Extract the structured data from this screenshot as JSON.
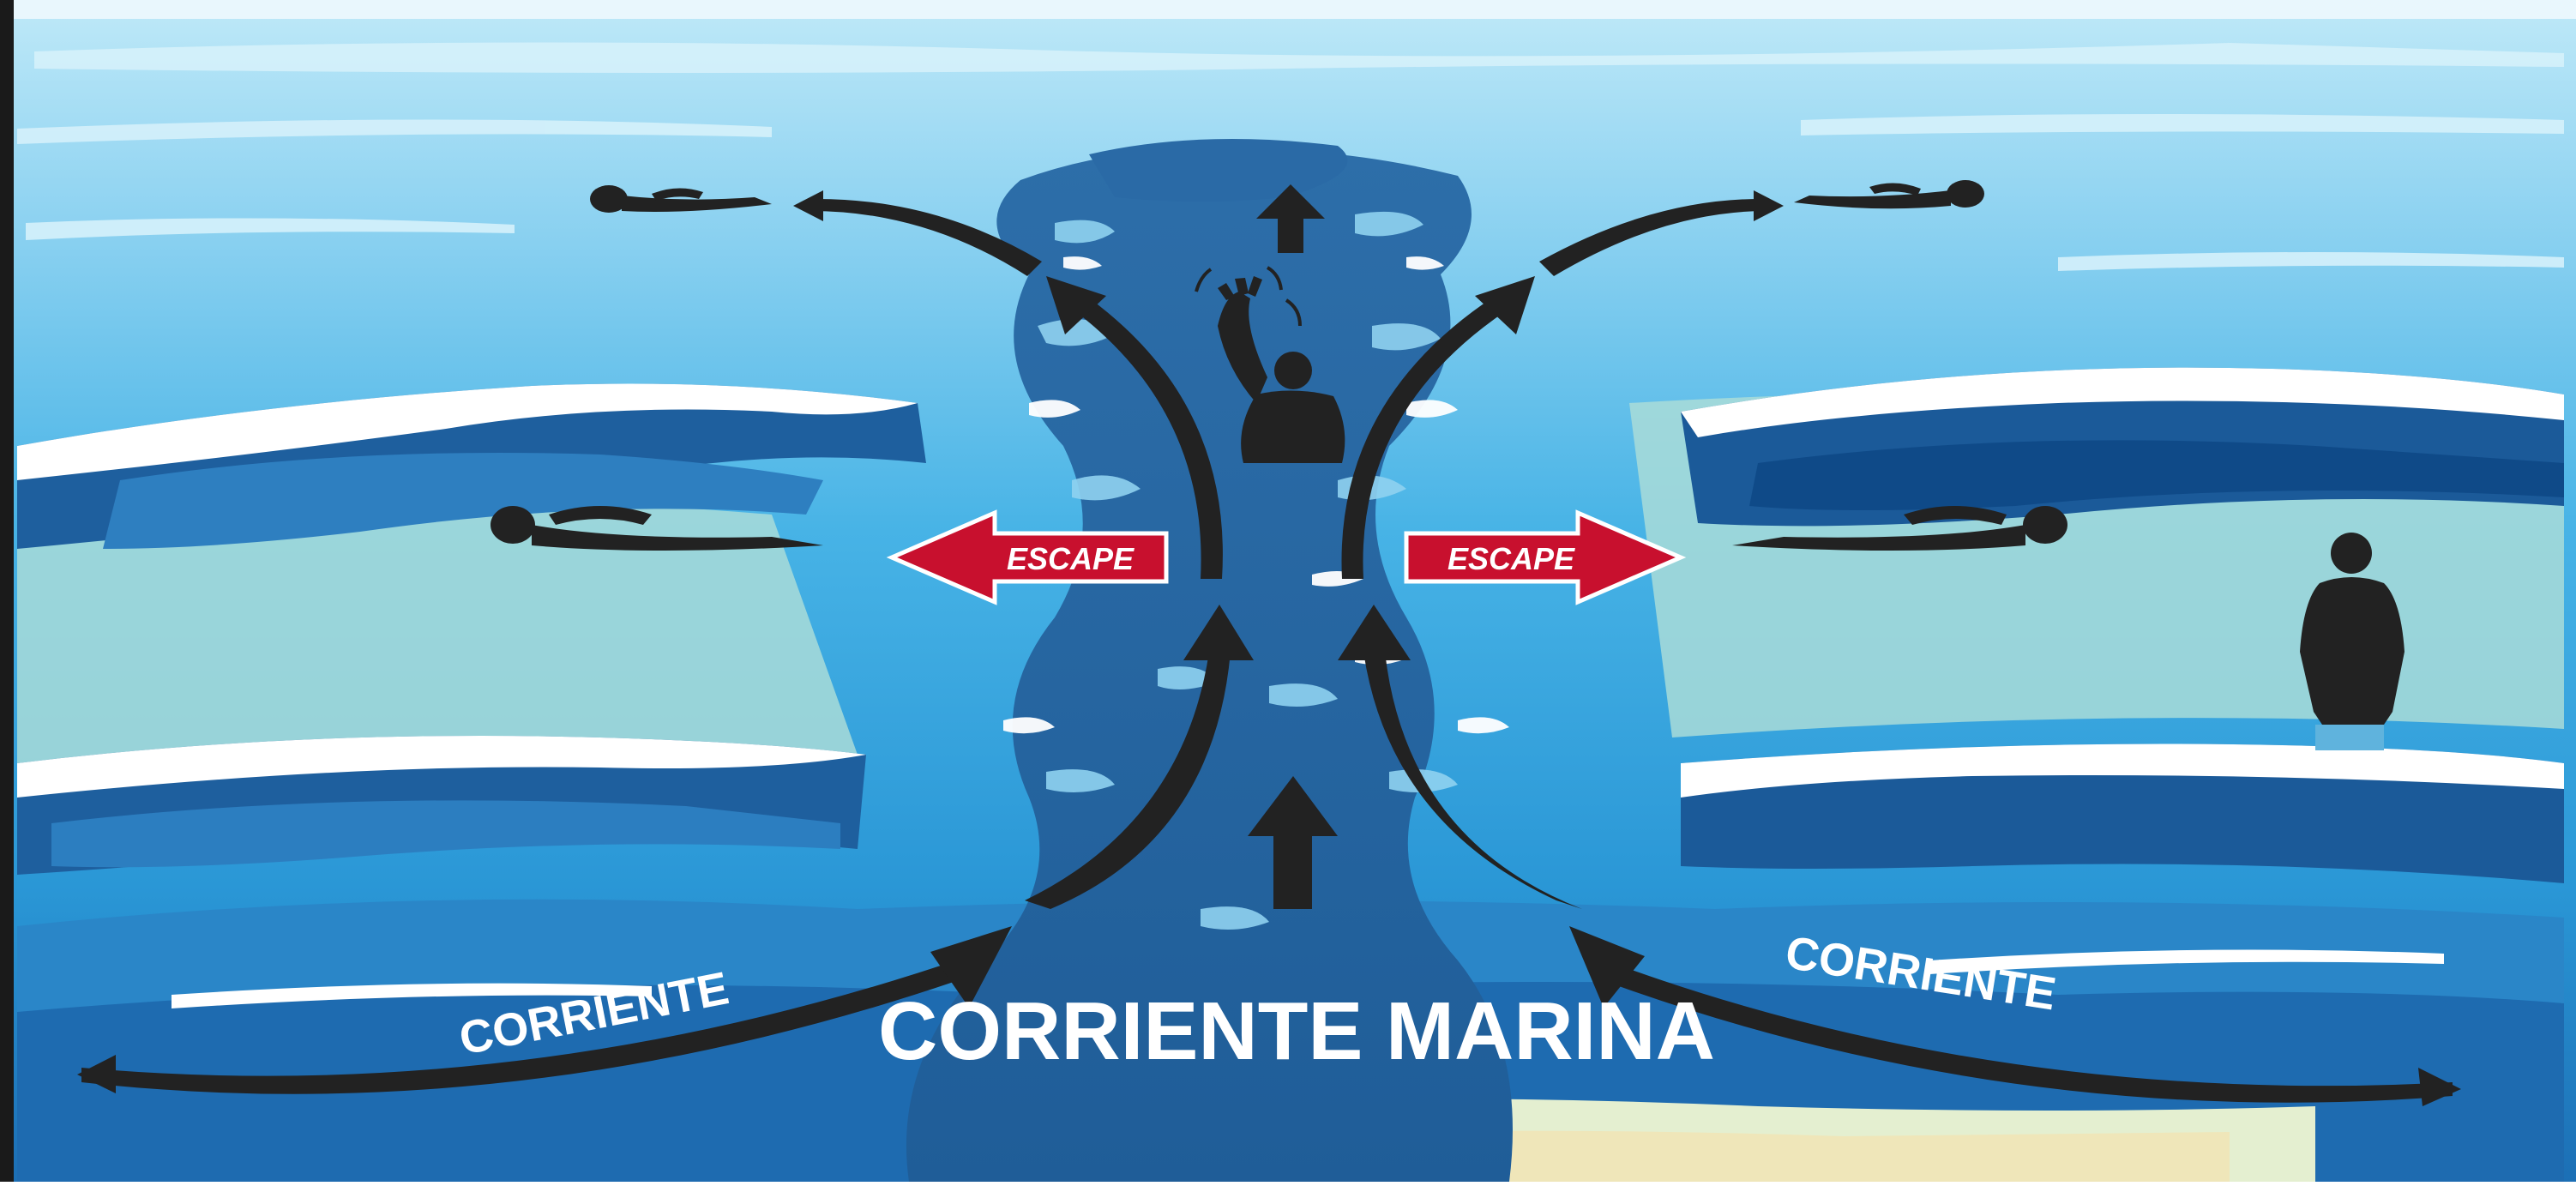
{
  "labels": {
    "escape_left": "ESCAPE",
    "escape_right": "ESCAPE",
    "current_left": "CORRIENTE",
    "current_right": "CORRIENTE",
    "main_title": "CORRIENTE MARINA"
  },
  "colors": {
    "sky_water": "#a9def3",
    "light_water": "#5ec3ea",
    "mid_water": "#1f86c6",
    "deep_water": "#1b5c9c",
    "rip_channel": "#3f86bf",
    "foam": "#ffffff",
    "shallow_green": "#aedbd6",
    "sand": "#efe6b9",
    "arrow": "#222222",
    "escape_red": "#c8102e",
    "silhouette": "#222222"
  },
  "icons": [
    "swimmer-icon",
    "waving-swimmer-icon",
    "standing-person-icon",
    "flow-arrow-icon",
    "escape-arrow-icon"
  ]
}
